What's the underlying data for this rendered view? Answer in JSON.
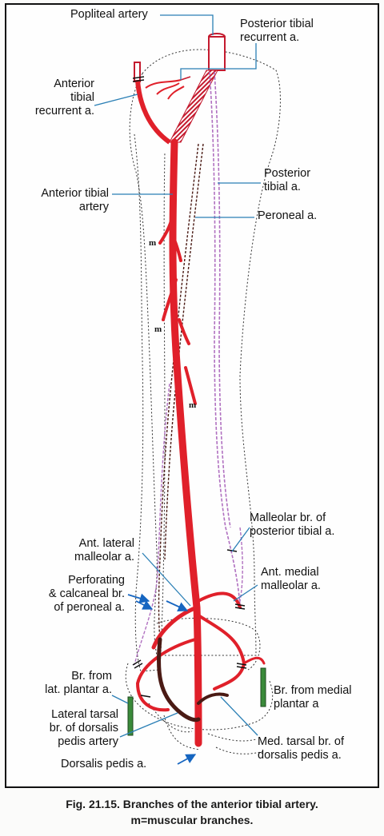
{
  "labels": {
    "popliteal": "Popliteal artery",
    "post_tib_rec": "Posterior tibial\nrecurrent a.",
    "ant_tib_rec": "Anterior\ntibial\nrecurrent a.",
    "ant_tib_art": "Anterior tibial\nartery",
    "post_tib": "Posterior\ntibial a.",
    "peroneal": "Peroneal a.",
    "malleolar_post": "Malleolar br. of\nposterior tibial a.",
    "ant_lat_mall": "Ant. lateral\nmalleolar a.",
    "perforating": "Perforating\n& calcaneal br.\nof peroneal a.",
    "ant_med_mall": "Ant. medial\nmalleolar a.",
    "br_lat_plantar": "Br. from\nlat. plantar a.",
    "lat_tarsal": "Lateral tarsal\nbr. of dorsalis\npedis artery",
    "br_med_plantar": "Br. from medial\nplantar a",
    "med_tarsal": "Med. tarsal br. of\ndorsalis pedis a.",
    "dorsalis": "Dorsalis pedis a.",
    "muscular": "m"
  },
  "caption": {
    "line1": "Fig. 21.15. Branches of the anterior tibial artery.",
    "line2": "m=muscular branches."
  },
  "colors": {
    "artery": "#e0202a",
    "dark_vessel": "#4a1a14",
    "purple_vessel": "#b070c0",
    "pointer": "#2a7fb5",
    "arrow": "#1565c0",
    "green": "#3a8a3a"
  }
}
